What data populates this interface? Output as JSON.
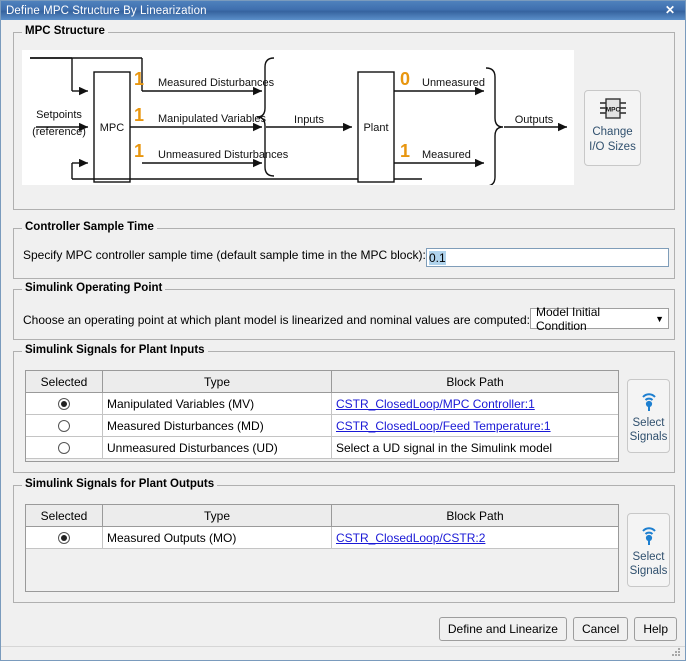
{
  "window": {
    "title": "Define MPC Structure By Linearization",
    "close_icon": "close-icon"
  },
  "mpc_structure": {
    "legend": "MPC Structure",
    "controller_block": "MPC",
    "plant_block": "Plant",
    "setpoints_line1": "Setpoints",
    "setpoints_line2": "(reference)",
    "inputs_label": "Inputs",
    "outputs_label": "Outputs",
    "signals_in": [
      {
        "count": "1",
        "label": "Measured Disturbances"
      },
      {
        "count": "1",
        "label": "Manipulated Variables"
      },
      {
        "count": "1",
        "label": "Unmeasured Disturbances"
      }
    ],
    "signals_out": [
      {
        "count": "0",
        "label": "Unmeasured"
      },
      {
        "count": "1",
        "label": "Measured"
      }
    ],
    "count_color": "#e8960f",
    "change_io": {
      "icon": "mpc-chip-icon",
      "chip_text": "MPC",
      "line1": "Change",
      "line2": "I/O Sizes"
    }
  },
  "sample_time": {
    "legend": "Controller Sample Time",
    "label": "Specify MPC controller sample time (default sample time in the MPC block):",
    "value": "0.1"
  },
  "operating_point": {
    "legend": "Simulink Operating Point",
    "label": "Choose an operating point at which plant model is linearized and nominal values are computed:",
    "selected": "Model Initial Condition",
    "caret_icon": "chevron-down-icon"
  },
  "plant_inputs": {
    "legend": "Simulink Signals for Plant Inputs",
    "columns": [
      "Selected",
      "Type",
      "Block Path"
    ],
    "rows": [
      {
        "selected": true,
        "type": "Manipulated Variables (MV)",
        "path": "CSTR_ClosedLoop/MPC Controller:1",
        "is_link": true
      },
      {
        "selected": false,
        "type": "Measured Disturbances (MD)",
        "path": "CSTR_ClosedLoop/Feed Temperature:1",
        "is_link": true
      },
      {
        "selected": false,
        "type": "Unmeasured Disturbances (UD)",
        "path": "Select a UD signal in the Simulink model",
        "is_link": false
      }
    ],
    "select_button": {
      "icon": "signal-antenna-icon",
      "line1": "Select",
      "line2": "Signals"
    }
  },
  "plant_outputs": {
    "legend": "Simulink Signals for Plant Outputs",
    "columns": [
      "Selected",
      "Type",
      "Block Path"
    ],
    "rows": [
      {
        "selected": true,
        "type": "Measured Outputs (MO)",
        "path": "CSTR_ClosedLoop/CSTR:2",
        "is_link": true
      }
    ],
    "select_button": {
      "icon": "signal-antenna-icon",
      "line1": "Select",
      "line2": "Signals"
    }
  },
  "footer": {
    "define_and_linearize": "Define and Linearize",
    "cancel": "Cancel",
    "help": "Help"
  }
}
